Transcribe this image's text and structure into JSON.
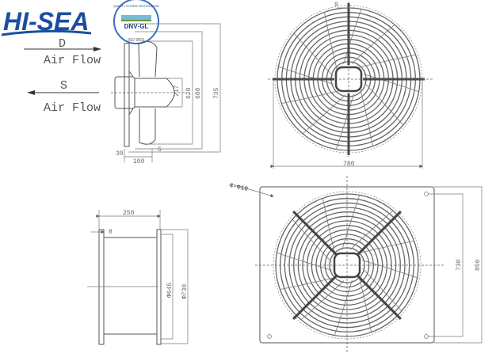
{
  "logo": {
    "brand": "HI-SEA",
    "seal_top": "QUALITY SYSTEM CERTIFICATION",
    "seal_mid": "DNV·GL",
    "seal_bottom": "ISO 9001",
    "brand_color": "#1a4fa0"
  },
  "flow": {
    "d_label": "D",
    "d_text": "Air Flow",
    "s_label": "S",
    "s_text": "Air Flow"
  },
  "side_view": {
    "dims": [
      "217",
      "620",
      "680",
      "735"
    ],
    "depth": "100",
    "offset": "5",
    "flange": "30"
  },
  "front_view": {
    "width": "780",
    "top": "9"
  },
  "section_view": {
    "depth": "250",
    "plate": "8",
    "inner": "Φ645",
    "outer": "Φ730"
  },
  "plate_view": {
    "holes": "4-Φ10",
    "hole_spacing": "730",
    "plate_size": "850"
  }
}
